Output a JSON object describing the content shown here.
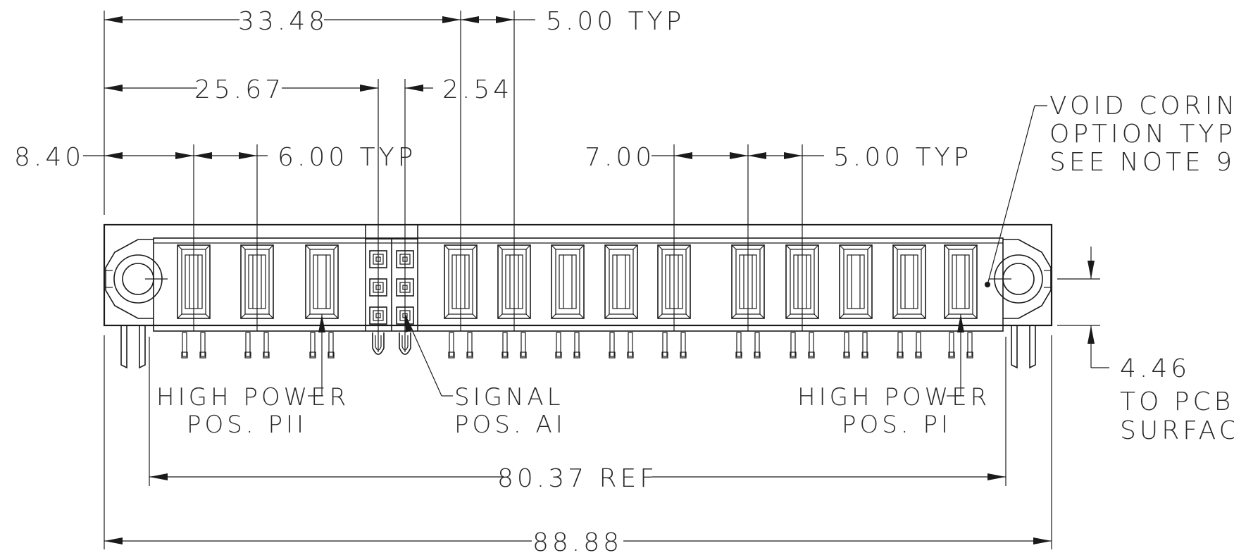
{
  "dimensions": {
    "d_33_48": "33.48",
    "d_5_00_typ_top": "5.00 TYP",
    "d_25_67": "25.67",
    "d_2_54": "2.54",
    "d_8_40": "8.40",
    "d_6_00_typ": "6.00 TYP",
    "d_7_00": "7.00",
    "d_5_00_typ_mid": "5.00 TYP",
    "d_4_46": "4.46",
    "d_to_pcb": "TO PCB",
    "d_surface": "SURFACE",
    "d_80_37_ref": "80.37 REF",
    "d_88_88": "88.88"
  },
  "callouts": {
    "void_line1": "VOID CORING",
    "void_line2": "OPTION TYP",
    "void_line3": "SEE NOTE 9",
    "hp_left_line1": "HIGH POWER",
    "hp_left_line2": "POS. PII",
    "signal_line1": "SIGNAL",
    "signal_line2": "POS. AI",
    "hp_right_line1": "HIGH POWER",
    "hp_right_line2": "POS. PI"
  },
  "colors": {
    "line": "#1a1a1a",
    "text": "#2a2a2a",
    "background": "#ffffff"
  }
}
